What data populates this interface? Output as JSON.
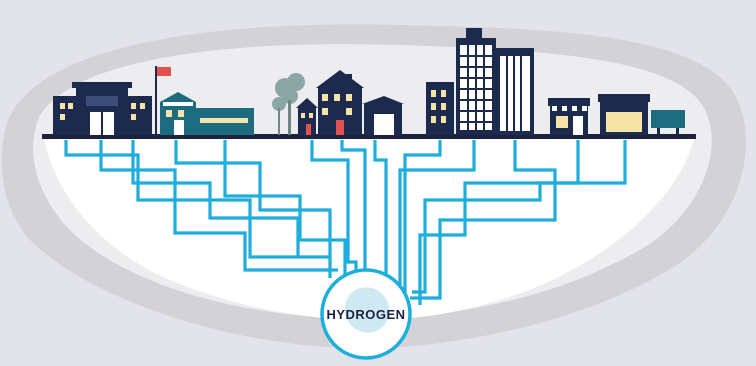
{
  "hub": {
    "label": "HYDROGEN"
  },
  "colors": {
    "background": "#e3e3ec",
    "blob_outer": "#d3d3d7",
    "blob_inner": "#f3f3f5",
    "ground_fill": "#ffffff",
    "ground_line": "#1b2340",
    "pipe": "#1eaedb",
    "hub_fill": "#ffffff",
    "hub_ring": "#1eaedb",
    "hub_text": "#1b2340",
    "building_dark": "#1b2a4d",
    "building_teal": "#1d6b7f",
    "window_light": "#f6e3a8",
    "tree": "#8aa7a5",
    "flag": "#e0524f",
    "awning": "#ffffff"
  },
  "diagram": {
    "description_nodes": [
      "city-skyline",
      "underground-pipe-network",
      "hydrogen-hub"
    ]
  }
}
